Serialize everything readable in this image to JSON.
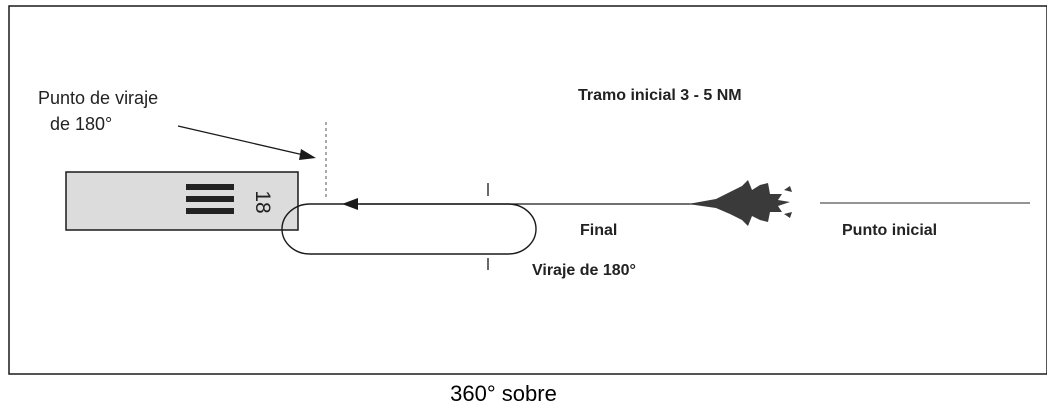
{
  "labels": {
    "turn_point_line1": "Punto de viraje",
    "turn_point_line2": "de 180°",
    "initial_leg": "Tramo inicial  3 -  5 NM",
    "final": "Final",
    "initial_point": "Punto inicial",
    "turn_180": "Viraje de 180°",
    "runway_number": "18"
  },
  "caption": "360° sobre",
  "colors": {
    "line": "#1a1a1a",
    "text": "#222222",
    "runway_fill": "#dcdcdc",
    "aircraft": "#3a3a3a"
  }
}
